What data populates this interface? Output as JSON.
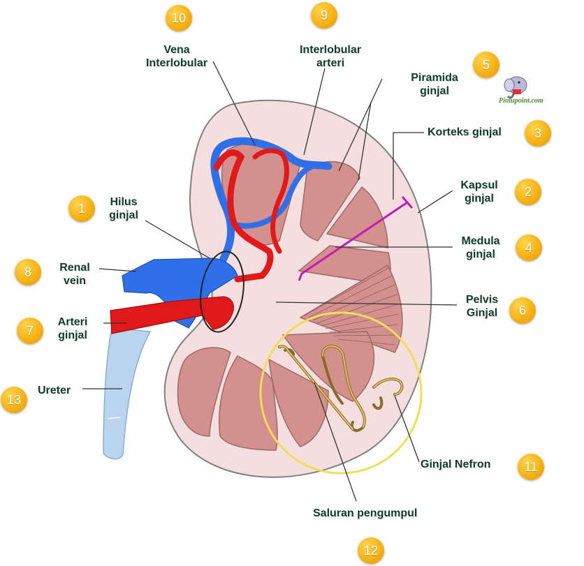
{
  "labels": {
    "vena_interlobular": [
      "Vena",
      "Interlobular"
    ],
    "interlobular_arteri": [
      "Interlobular",
      "arteri"
    ],
    "piramida_ginjal": [
      "Piramida",
      "ginjal"
    ],
    "korteks_ginjal": [
      "Korteks ginjal"
    ],
    "kapsul_ginjal": [
      "Kapsul",
      "ginjal"
    ],
    "medula_ginjal": [
      "Medula",
      "ginjal"
    ],
    "pelvis_ginjal": [
      "Pelvis",
      "Ginjal"
    ],
    "ginjal_nefron": [
      "Ginjal Nefron"
    ],
    "saluran_pengumpul": [
      "Saluran pengumpul"
    ],
    "hilus_ginjal": [
      "Hilus",
      "ginjal"
    ],
    "renal_vein": [
      "Renal",
      "vein"
    ],
    "arteri_ginjal": [
      "Arteri",
      "ginjal"
    ],
    "ureter": [
      "Ureter"
    ]
  },
  "badges": {
    "hilus": "1",
    "kapsul": "2",
    "korteks": "3",
    "medula": "4",
    "piramida": "5",
    "pelvis": "6",
    "arteri": "7",
    "renal_vein": "8",
    "interlobular_arteri": "9",
    "vena": "10",
    "nefron": "11",
    "saluran": "12",
    "ureter": "13"
  },
  "logo": {
    "text": "Pintupoint.com",
    "icon": "elephant-mascot-icon"
  },
  "colors": {
    "capsule": "#f5dede",
    "pyramid": "#d4908c",
    "artery": "#e01a1a",
    "vein": "#2f6fe8",
    "ureter": "#b9d4ec",
    "badge": "#f6b216",
    "nephron_circle": "#f3dc5a"
  }
}
